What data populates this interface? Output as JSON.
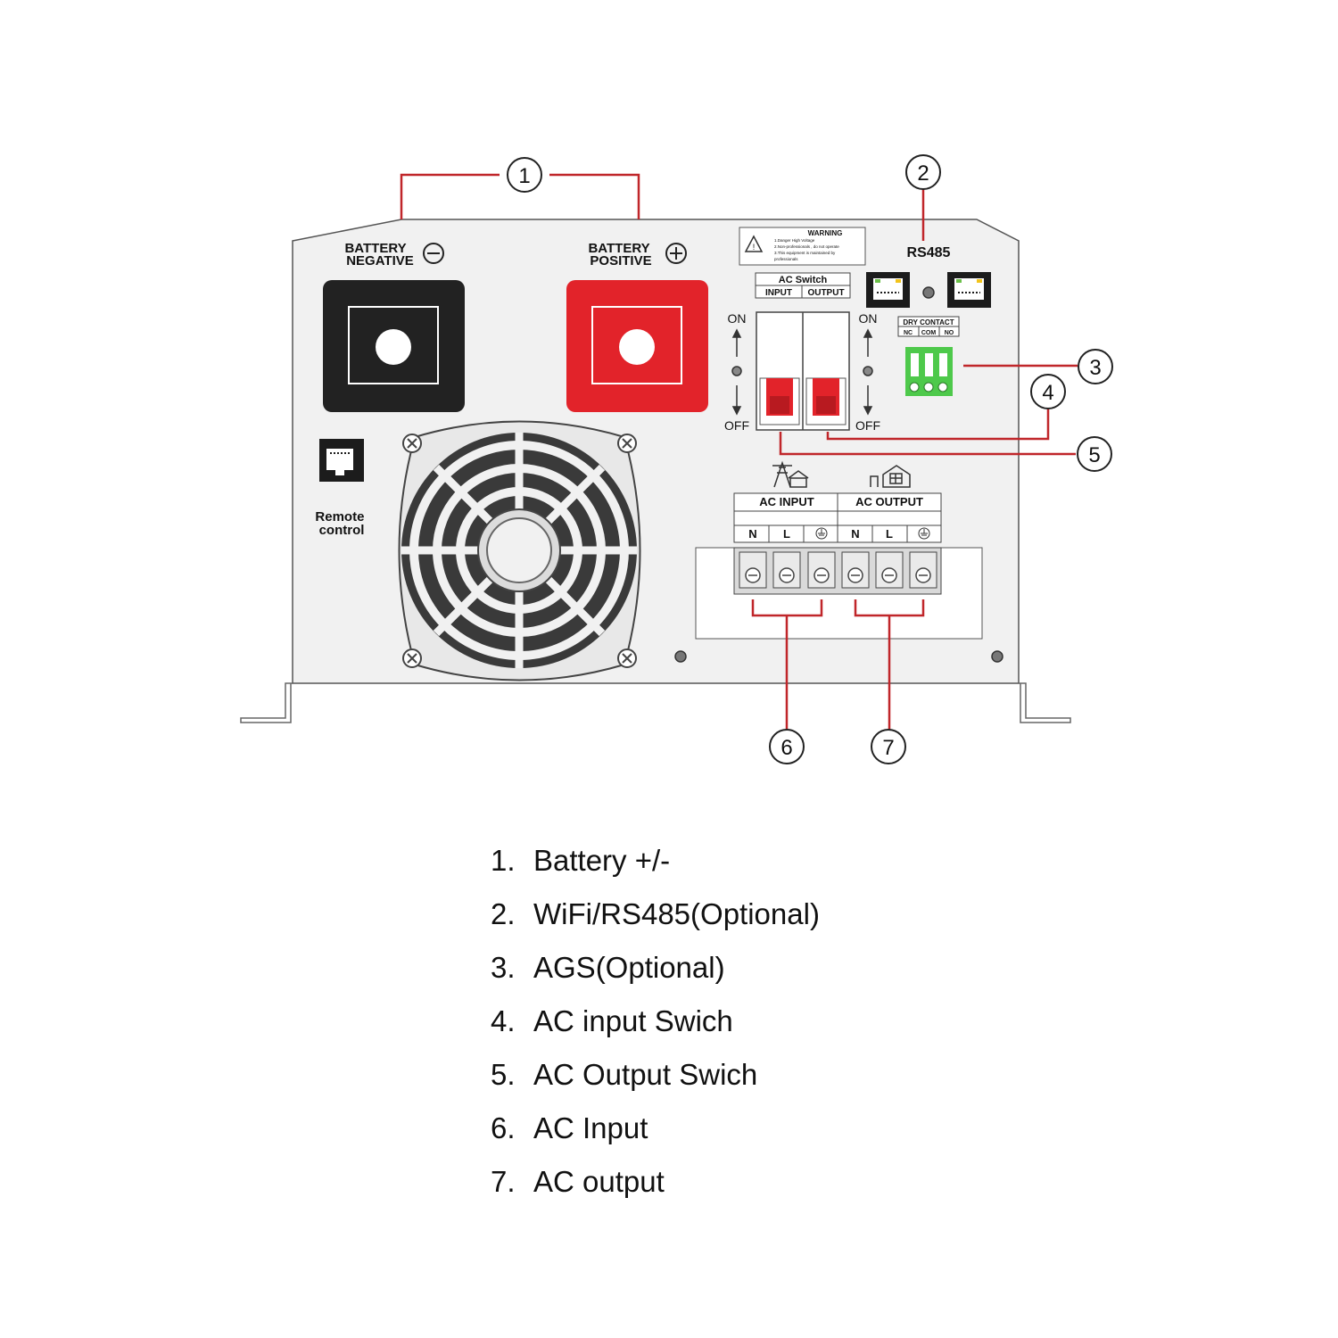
{
  "panel": {
    "battery_negative": [
      "BATTERY",
      "NEGATIVE"
    ],
    "battery_positive": [
      "BATTERY",
      "POSITIVE"
    ],
    "remote_control": [
      "Remote",
      "control"
    ],
    "rs485": "RS485",
    "warning": {
      "title": "WARNING",
      "lines": [
        "1.Danger High Voltage",
        "2.Non-professionals , do not operate",
        "3.This equipment is maintained by",
        "professionals"
      ]
    },
    "ac_switch": {
      "title": "AC Switch",
      "input": "INPUT",
      "output": "OUTPUT"
    },
    "switch_on": "ON",
    "switch_off": "OFF",
    "dry_contact": {
      "title": "DRY CONTACT",
      "nc": "NC",
      "com": "COM",
      "no": "NO"
    },
    "ac_input_label": "AC INPUT",
    "ac_output_label": "AC OUTPUT",
    "terminal_n": "N",
    "terminal_l": "L"
  },
  "callouts": [
    "1",
    "2",
    "3",
    "4",
    "5",
    "6",
    "7"
  ],
  "legend": [
    {
      "num": "1.",
      "text": "Battery +/-"
    },
    {
      "num": "2.",
      "text": "WiFi/RS485(Optional)"
    },
    {
      "num": "3.",
      "text": "AGS(Optional)"
    },
    {
      "num": "4.",
      "text": "AC input Swich"
    },
    {
      "num": "5.",
      "text": "AC Output Swich"
    },
    {
      "num": "6.",
      "text": "AC Input"
    },
    {
      "num": "7.",
      "text": "AC output"
    }
  ],
  "colors": {
    "callout_line": "#c0262a",
    "positive_terminal": "#e2232a",
    "negative_terminal": "#222222",
    "dry_contact": "#4ec94b",
    "panel": "#f1f1f1"
  }
}
